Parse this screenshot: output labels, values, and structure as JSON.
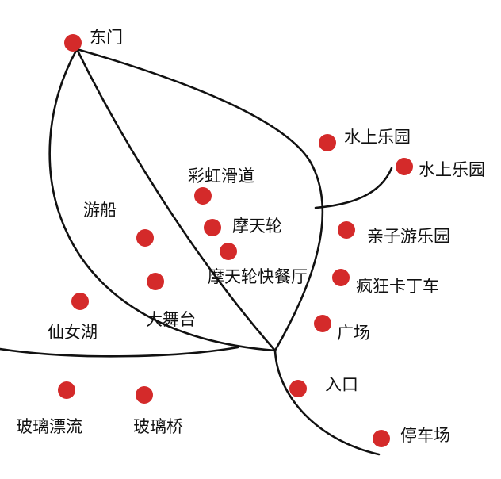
{
  "map": {
    "colors": {
      "road": "#111111",
      "marker": "#d42a2a",
      "background": "#ffffff"
    },
    "places": [
      {
        "id": "east-gate",
        "label": "东门"
      },
      {
        "id": "water-park-a",
        "label": "水上乐园"
      },
      {
        "id": "water-park-b",
        "label": "水上乐园"
      },
      {
        "id": "rainbow-slide",
        "label": "彩虹滑道"
      },
      {
        "id": "boat",
        "label": "游船"
      },
      {
        "id": "ferris-wheel",
        "label": "摩天轮"
      },
      {
        "id": "family-park",
        "label": "亲子游乐园"
      },
      {
        "id": "ferris-snack",
        "label": "摩天轮快餐厅"
      },
      {
        "id": "go-kart",
        "label": "疯狂卡丁车"
      },
      {
        "id": "big-stage",
        "label": "大舞台"
      },
      {
        "id": "fairy-lake",
        "label": "仙女湖"
      },
      {
        "id": "plaza",
        "label": "广场"
      },
      {
        "id": "entrance",
        "label": "入口"
      },
      {
        "id": "glass-rafting",
        "label": "玻璃漂流"
      },
      {
        "id": "glass-bridge",
        "label": "玻璃桥"
      },
      {
        "id": "parking",
        "label": "停车场"
      }
    ]
  }
}
